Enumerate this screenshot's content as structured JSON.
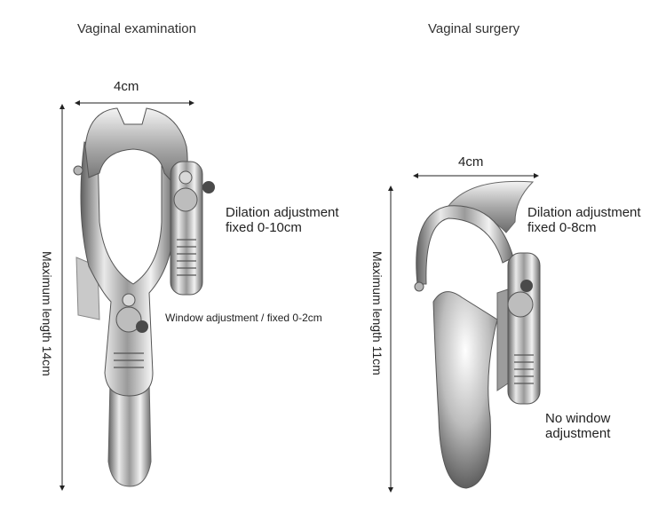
{
  "left": {
    "title": "Vaginal examination",
    "width_label": "4cm",
    "length_label": "Maximum length 14cm",
    "dilation_line1": "Dilation adjustment",
    "dilation_line2": "fixed 0-10cm",
    "window_label": "Window adjustment / fixed 0-2cm"
  },
  "right": {
    "title": "Vaginal surgery",
    "width_label": "4cm",
    "length_label": "Maximum length 11cm",
    "dilation_line1": "Dilation adjustment",
    "dilation_line2": "fixed 0-8cm",
    "window_line1": "No window",
    "window_line2": "adjustment"
  },
  "colors": {
    "background": "#ffffff",
    "metal_light": "#e8e8e8",
    "metal_dark": "#6f6f6f",
    "marker": "#4a4a4a",
    "text": "#222222"
  }
}
